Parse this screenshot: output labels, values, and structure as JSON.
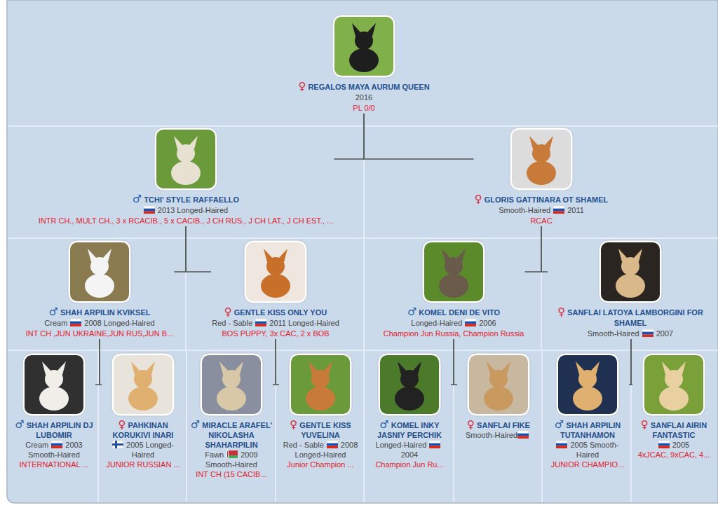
{
  "diagram": {
    "nodes": [
      {
        "text": [
          "♀",
          "REGALOS MAYA AURUM QUEEN",
          "2016",
          "PL 0/0"
        ]
      },
      {
        "text": [
          "♂",
          "TCHI' STYLE RAFFAELLO",
          "2013 Longed-Haired",
          "INTR CH., MULT CH., 3 x RCACIB., 5 x CACIB., J CH RUS., J CH LAT., J CH EST., ..."
        ]
      },
      {
        "text": [
          "♀",
          "GLORIS GATTINARA OT SHAMEL",
          "Smooth-Haired",
          "2011",
          "RCAC"
        ]
      },
      {
        "text": [
          "♂",
          "SHAH ARPILIN KVIKSEL",
          "Cream",
          "2008 Longed-Haired",
          "INT CH ,JUN UKRAINE,JUN RUS,JUN B..."
        ]
      },
      {
        "text": [
          "♀",
          "GENTLE KISS ONLY YOU",
          "Red - Sable",
          "2011 Longed-Haired",
          "BOS PUPPY, 3x CAC, 2 x BOB"
        ]
      },
      {
        "text": [
          "♂",
          "KOMEL DENI DE VITO",
          "Longed-Haired",
          "2006",
          "Champion Jun Russia, Champion Russia"
        ]
      },
      {
        "text": [
          "♀",
          "SANFLAI LATOYA LAMBORGINI FOR SHAMEL",
          "Smooth-Haired",
          "2007"
        ]
      },
      {
        "text": [
          "♂",
          "SHAH ARPILIN DJ LUBOMIR",
          "Cream",
          "2003 Smooth-Haired",
          "INTERNATIONAL ..."
        ]
      },
      {
        "text": [
          "♀",
          "PAHKINAN KORUKIVI INARI",
          "2005 Longed-Haired",
          "JUNIOR RUSSIAN ..."
        ]
      },
      {
        "text": [
          "♂",
          "MIRACLE ARAFEL' NIKOLASHA SHAHARPILIN",
          "Fawn",
          "2009 Smooth-Haired",
          "INT CH (15 CACIB..."
        ]
      },
      {
        "text": [
          "♀",
          "GENTLE KISS YUVELINA",
          "Red - Sable",
          "2008 Longed-Haired",
          "Junior Champion ..."
        ]
      },
      {
        "text": [
          "♂",
          "KOMEL INKY JASNIY PERCHIK",
          "Longed-Haired",
          "2004",
          "Champion Jun Ru..."
        ]
      },
      {
        "text": [
          "♀",
          "SANFLAI FIKE",
          "Smooth-Haired"
        ]
      },
      {
        "text": [
          "♂",
          "SHAH ARPILIN TUTANHAMON",
          "2005 Smooth-Haired",
          "JUNIOR CHAMPIO..."
        ]
      },
      {
        "text": [
          "♀",
          "SANFLAI AIRIN FANTASTIC",
          "2005",
          "4xJCAC, 9xCAC, 4..."
        ]
      }
    ],
    "edges": [
      {
        "from": 0,
        "to": 1,
        "arrow": "none"
      },
      {
        "from": 0,
        "to": 2,
        "arrow": "none"
      },
      {
        "from": 1,
        "to": 3,
        "arrow": "none"
      },
      {
        "from": 1,
        "to": 4,
        "arrow": "none"
      },
      {
        "from": 2,
        "to": 5,
        "arrow": "none"
      },
      {
        "from": 2,
        "to": 6,
        "arrow": "none"
      },
      {
        "from": 3,
        "to": 7,
        "arrow": "none"
      },
      {
        "from": 3,
        "to": 8,
        "arrow": "none"
      },
      {
        "from": 4,
        "to": 9,
        "arrow": "none"
      },
      {
        "from": 4,
        "to": 10,
        "arrow": "none"
      },
      {
        "from": 5,
        "to": 11,
        "arrow": "none"
      },
      {
        "from": 5,
        "to": 12,
        "arrow": "none"
      },
      {
        "from": 6,
        "to": 13,
        "arrow": "none"
      },
      {
        "from": 6,
        "to": 14,
        "arrow": "none"
      }
    ]
  }
}
